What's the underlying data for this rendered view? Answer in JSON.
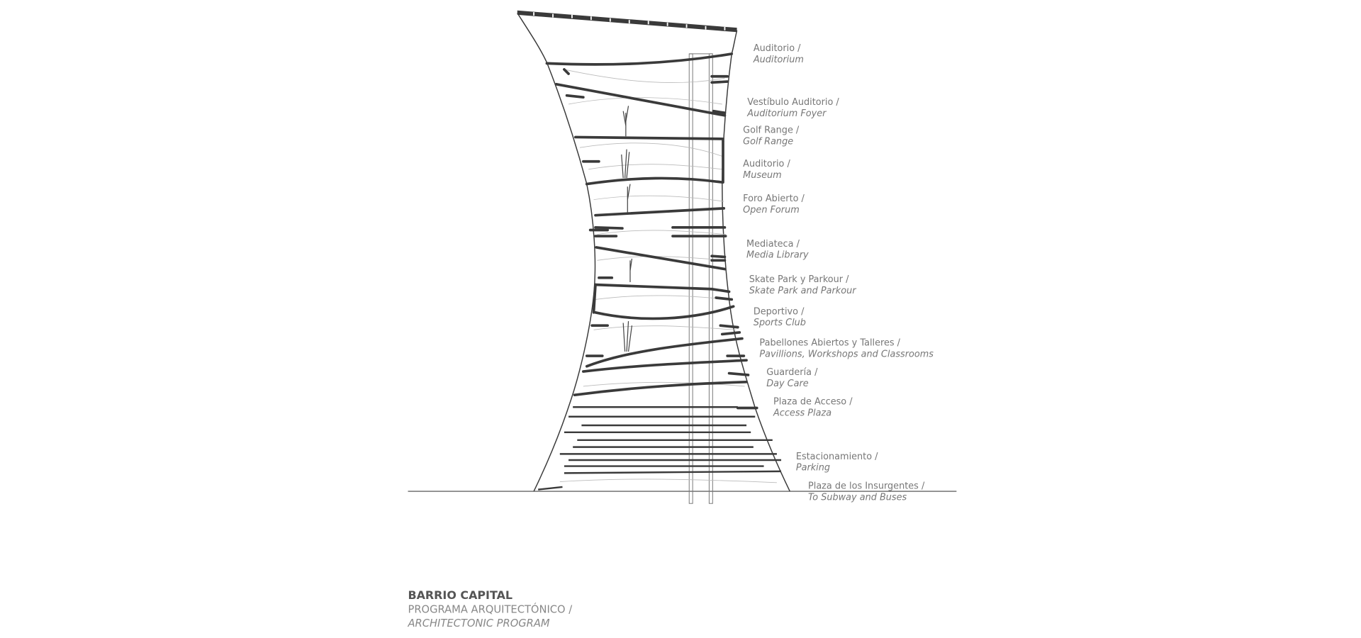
{
  "labels": [
    {
      "es": "Auditorio /",
      "en": "Auditorium"
    },
    {
      "es": "Vestíbulo Auditorio /",
      "en": "Auditorium Foyer"
    },
    {
      "es": "Golf Range /",
      "en": "Golf Range"
    },
    {
      "es": "Auditorio /",
      "en": "Museum"
    },
    {
      "es": "Foro Abierto /",
      "en": "Open Forum"
    },
    {
      "es": "Mediateca /",
      "en": "Media Library"
    },
    {
      "es": "Skate Park y Parkour /",
      "en": "Skate Park and Parkour"
    },
    {
      "es": "Deportivo /",
      "en": "Sports Club"
    },
    {
      "es": "Pabellones Abiertos y Talleres /",
      "en": "Pavillions, Workshops and Classrooms"
    },
    {
      "es": "Guardería /",
      "en": "Day Care"
    },
    {
      "es": "Plaza de Acceso /",
      "en": "Access Plaza"
    },
    {
      "es": "Estacionamiento /",
      "en": "Parking"
    },
    {
      "es": "Plaza de los Insurgentes /",
      "en": "To Subway and Buses"
    }
  ],
  "title": {
    "name": "BARRIO CAPITAL",
    "subtitle_es": "PROGRAMA ARQUITECTÓNICO /",
    "subtitle_en": "ARCHITECTONIC PROGRAM"
  }
}
